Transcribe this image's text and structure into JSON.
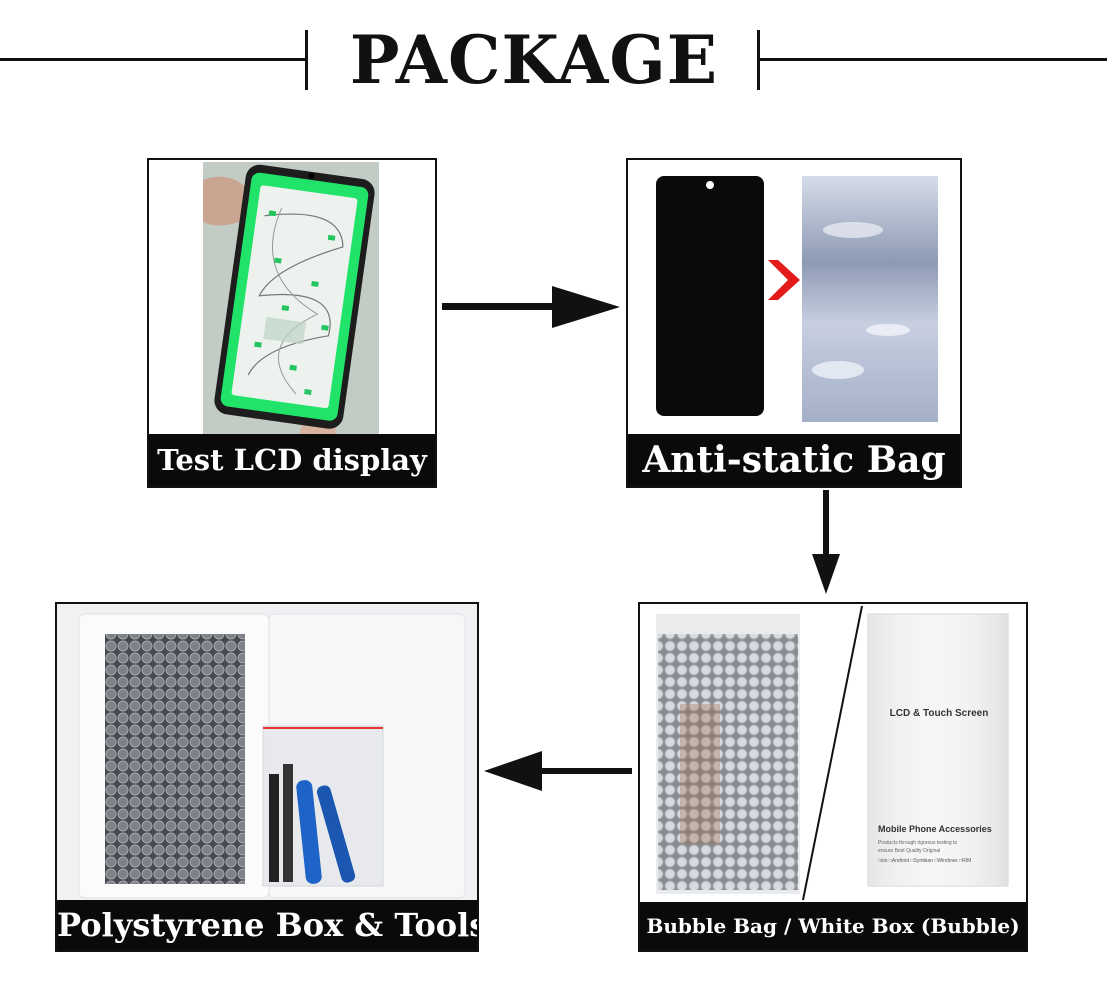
{
  "header": {
    "title": "PACKAGE"
  },
  "steps": [
    {
      "caption": "Test LCD display"
    },
    {
      "caption": "Anti-static Bag"
    },
    {
      "caption": "Bubble Bag / White Box (Bubble)"
    },
    {
      "caption": "Polystyrene Box & Tools"
    }
  ],
  "white_box": {
    "title": "LCD & Touch Screen",
    "subtitle": "Mobile Phone Accessories",
    "desc1": "Products through rigorous testing to",
    "desc2": "ensure Best Quality Original",
    "os_options": [
      "ios",
      "Android",
      "Symbian",
      "Windows",
      "RIM"
    ]
  },
  "colors": {
    "frame": "#111111",
    "caption_bg": "#0a0a0a",
    "test_green": "#22e36a",
    "red_chevron": "#e51b1b"
  }
}
